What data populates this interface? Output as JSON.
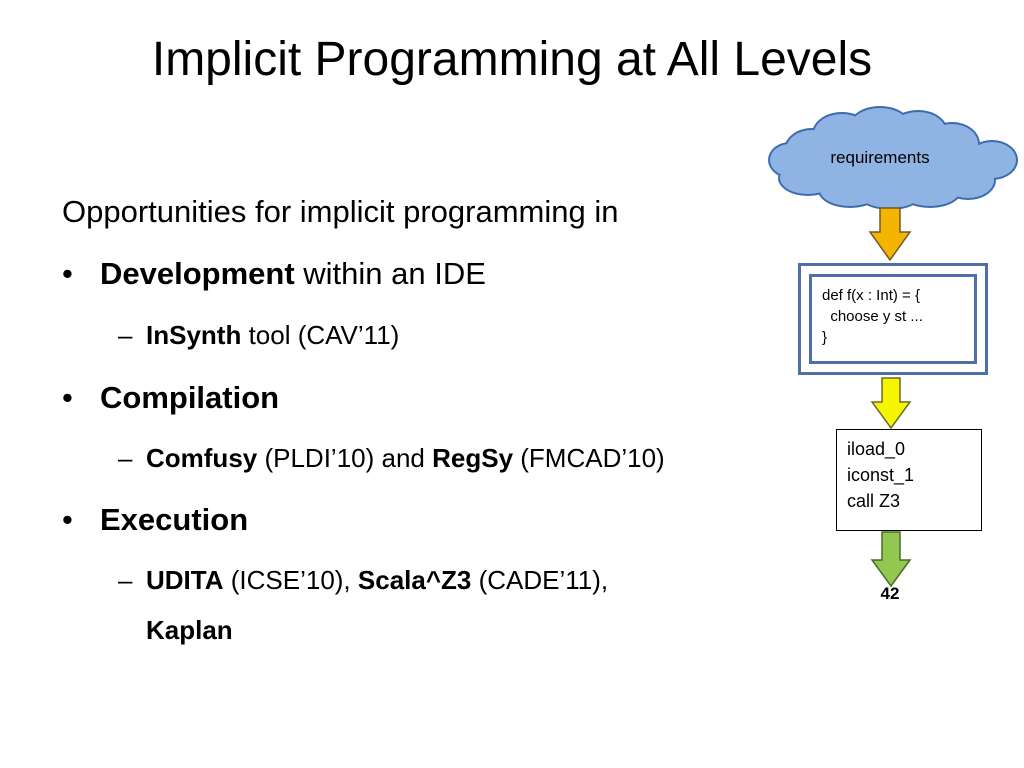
{
  "slide": {
    "title": "Implicit Programming at All Levels",
    "intro": "Opportunities for implicit programming in"
  },
  "bullets": [
    {
      "bold": "Development",
      "rest": " within an IDE",
      "sub": {
        "b1": "InSynth",
        "t1": " tool (CAV’11)"
      }
    },
    {
      "bold": "Compilation",
      "sub": {
        "b1": "Comfusy",
        "t1": " (PLDI’10) and ",
        "b2": "RegSy",
        "t2": " (FMCAD’10)"
      }
    },
    {
      "bold": "Execution",
      "sub": {
        "b1": "UDITA",
        "t1": " (ICSE’10), ",
        "b2": "Scala^Z3",
        "t2": " (CADE’11),",
        "cont": "Kaplan"
      }
    }
  ],
  "glyphs": {
    "bullet": "•",
    "dash": "–"
  },
  "diagram": {
    "cloud": "requirements",
    "code_lines": [
      "def f(x : Int) = {",
      "  choose y st ...",
      "}"
    ],
    "bytecode_lines": [
      "iload_0",
      "iconst_1",
      "call Z3"
    ],
    "result": "42",
    "colors": {
      "cloud_fill": "#8fb4e3",
      "cloud_stroke": "#3d6cb0",
      "arrow1": "#f5b400",
      "arrow2": "#f5f500",
      "arrow3": "#92c84f",
      "box_border": "#4f6fa6"
    }
  }
}
